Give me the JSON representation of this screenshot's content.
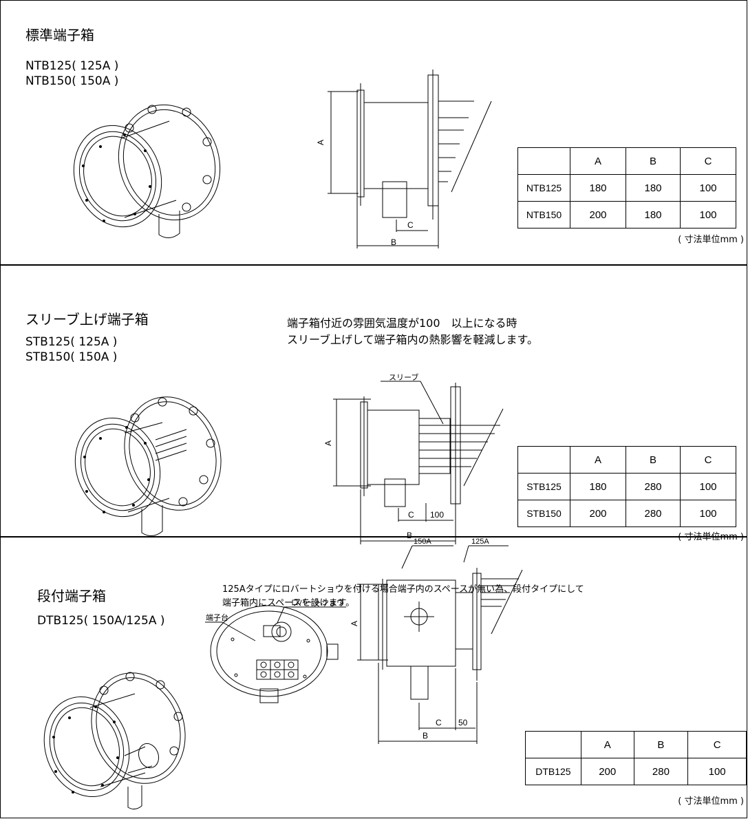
{
  "sections": [
    {
      "title": "標準端子箱",
      "models": [
        "NTB125( 125A )",
        "NTB150( 150A )"
      ],
      "dim_labels": {
        "a": "A",
        "b": "B",
        "c": "C"
      },
      "table": {
        "headers": [
          "",
          "A",
          "B",
          "C"
        ],
        "rows": [
          [
            "NTB125",
            "180",
            "180",
            "100"
          ],
          [
            "NTB150",
            "200",
            "180",
            "100"
          ]
        ]
      },
      "unit": "( 寸法単位mm )"
    },
    {
      "title": "スリーブ上げ端子箱",
      "models": [
        "STB125( 125A )",
        "STB150( 150A )"
      ],
      "note": [
        "端子箱付近の雰囲気温度が100　以上になる時",
        "スリーブ上げして端子箱内の熱影響を軽減します。"
      ],
      "callouts": {
        "sleeve": "スリーブ"
      },
      "dim_labels": {
        "a": "A",
        "b": "B",
        "c": "C",
        "offset": "100"
      },
      "table": {
        "headers": [
          "",
          "A",
          "B",
          "C"
        ],
        "rows": [
          [
            "STB125",
            "180",
            "280",
            "100"
          ],
          [
            "STB150",
            "200",
            "280",
            "100"
          ]
        ]
      },
      "unit": "( 寸法単位mm )"
    },
    {
      "title": "段付端子箱",
      "models": [
        "DTB125( 150A/125A )"
      ],
      "note": [
        "125Aタイプにロバートショウを付ける場合端子内のスペースが無い為、段付タイプにして",
        "端子箱内にスペースを設けます。"
      ],
      "callouts": {
        "robertshaw": "ロバートショウ",
        "terminal_block": "端子台",
        "size_150": "150A",
        "size_125": "125A"
      },
      "dim_labels": {
        "a": "A",
        "b": "B",
        "c": "C",
        "offset": "50"
      },
      "table": {
        "headers": [
          "",
          "A",
          "B",
          "C"
        ],
        "rows": [
          [
            "DTB125",
            "200",
            "280",
            "100"
          ]
        ]
      },
      "unit": "( 寸法単位mm )"
    }
  ]
}
